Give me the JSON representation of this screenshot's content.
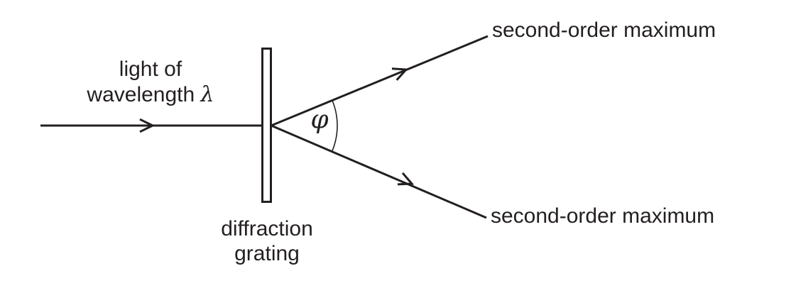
{
  "figure": {
    "type": "ray-diagram",
    "incident_label": {
      "line1": "light of",
      "line2_text": "wavelength",
      "line2_symbol": "λ"
    },
    "grating_label": {
      "line1": "diffraction",
      "line2": "grating"
    },
    "upper_ray_label": "second-order maximum",
    "lower_ray_label": "second-order maximum",
    "angle_symbol": "φ",
    "colors": {
      "ink": "#231f20",
      "background": "#ffffff"
    }
  }
}
